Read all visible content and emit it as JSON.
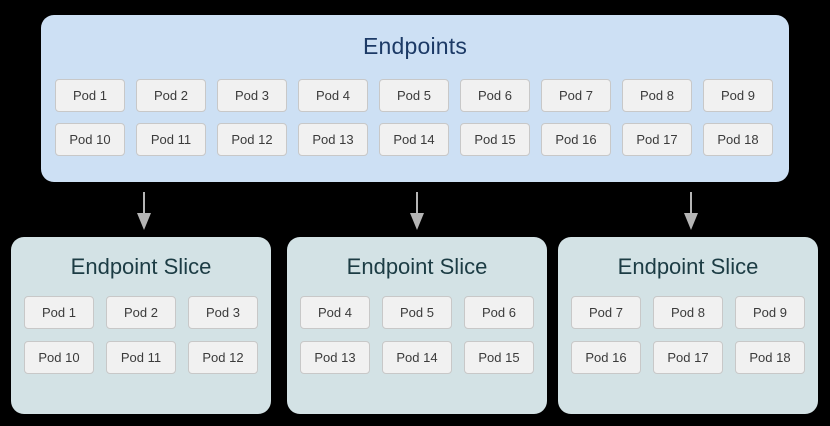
{
  "diagram": {
    "endpoints": {
      "title": "Endpoints",
      "bg_color": "#cde0f4",
      "title_color": "#1c3a66",
      "rows": [
        [
          "Pod 1",
          "Pod 2",
          "Pod 3",
          "Pod 4",
          "Pod 5",
          "Pod 6",
          "Pod 7",
          "Pod 8",
          "Pod 9"
        ],
        [
          "Pod 10",
          "Pod 11",
          "Pod 12",
          "Pod 13",
          "Pod 14",
          "Pod 15",
          "Pod 16",
          "Pod 17",
          "Pod 18"
        ]
      ]
    },
    "arrows": [
      {
        "name": "arrow-to-slice-1"
      },
      {
        "name": "arrow-to-slice-2"
      },
      {
        "name": "arrow-to-slice-3"
      }
    ],
    "arrow_color": "#b5b5b5",
    "slices": [
      {
        "title": "Endpoint Slice",
        "rows": [
          [
            "Pod 1",
            "Pod 2",
            "Pod 3"
          ],
          [
            "Pod 10",
            "Pod 11",
            "Pod 12"
          ]
        ]
      },
      {
        "title": "Endpoint Slice",
        "rows": [
          [
            "Pod 4",
            "Pod 5",
            "Pod 6"
          ],
          [
            "Pod 13",
            "Pod 14",
            "Pod 15"
          ]
        ]
      },
      {
        "title": "Endpoint Slice",
        "rows": [
          [
            "Pod 7",
            "Pod 8",
            "Pod 9"
          ],
          [
            "Pod 16",
            "Pod 17",
            "Pod 18"
          ]
        ]
      }
    ],
    "slice_bg_color": "#d3e2e5",
    "slice_title_color": "#1c3c44",
    "pod_bg_color": "#f1f1f1",
    "pod_border_color": "#c8c8c8",
    "pod_text_color": "#3b3b3b",
    "background_color": "#000000"
  }
}
